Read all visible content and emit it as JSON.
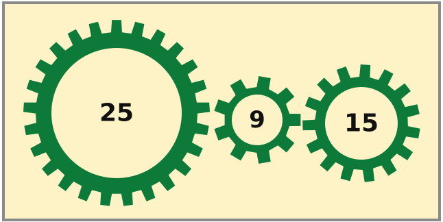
{
  "colors": {
    "background": "#fdf3c6",
    "border": "#8a8a8a",
    "gear": "#0d7a3a",
    "gear_fill": "#fdf3c6",
    "text": "#111111"
  },
  "gears": [
    {
      "id": "large",
      "label": "25",
      "teeth": 25
    },
    {
      "id": "small",
      "label": "9",
      "teeth": 9
    },
    {
      "id": "medium",
      "label": "15",
      "teeth": 15
    }
  ]
}
